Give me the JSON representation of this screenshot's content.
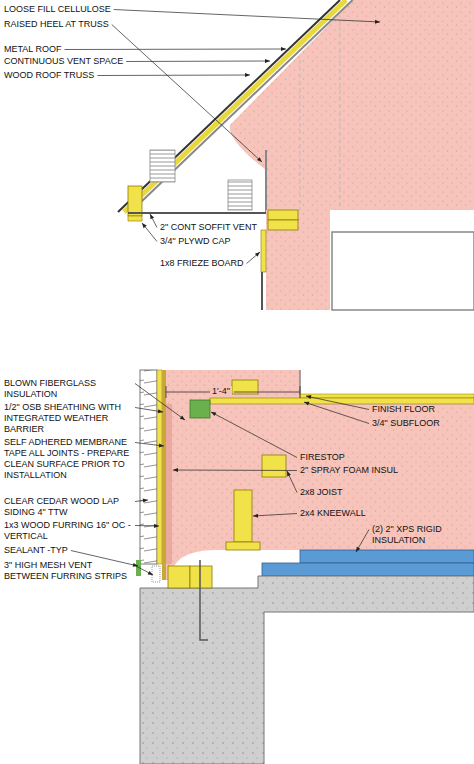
{
  "diagram": {
    "labels": [
      "LOOSE FILL CELLULOSE",
      "RAISED HEEL AT TRUSS",
      "METAL ROOF",
      "CONTINUOUS VENT SPACE",
      "WOOD ROOF TRUSS",
      "2\" CONT SOFFIT VENT",
      "3/4\" PLYWD CAP",
      "1x8 FRIEZE BOARD",
      "BLOWN FIBERGLASS INSULATION",
      "1/2\" OSB SHEATHING WITH INTEGRATED WEATHER BARRIER",
      "SELF ADHERED MEMBRANE TAPE ALL JOINTS - PREPARE CLEAN SURFACE PRIOR TO INSTALLATION",
      "CLEAR CEDAR WOOD LAP SIDING 4\" TTW",
      "1x3 WOOD FURRING 16\" OC - VERTICAL",
      "SEALANT -TYP",
      "3\" HIGH MESH VENT BETWEEN FURRING STRIPS",
      "1'-4\"",
      "FINISH FLOOR",
      "3/4\" SUBFLOOR",
      "FIRESTOP",
      "2\" SPRAY FOAM INSUL",
      "2x8 JOIST",
      "2x4 KNEEWALL",
      "(2) 2\" XPS RIGID INSULATION"
    ]
  }
}
